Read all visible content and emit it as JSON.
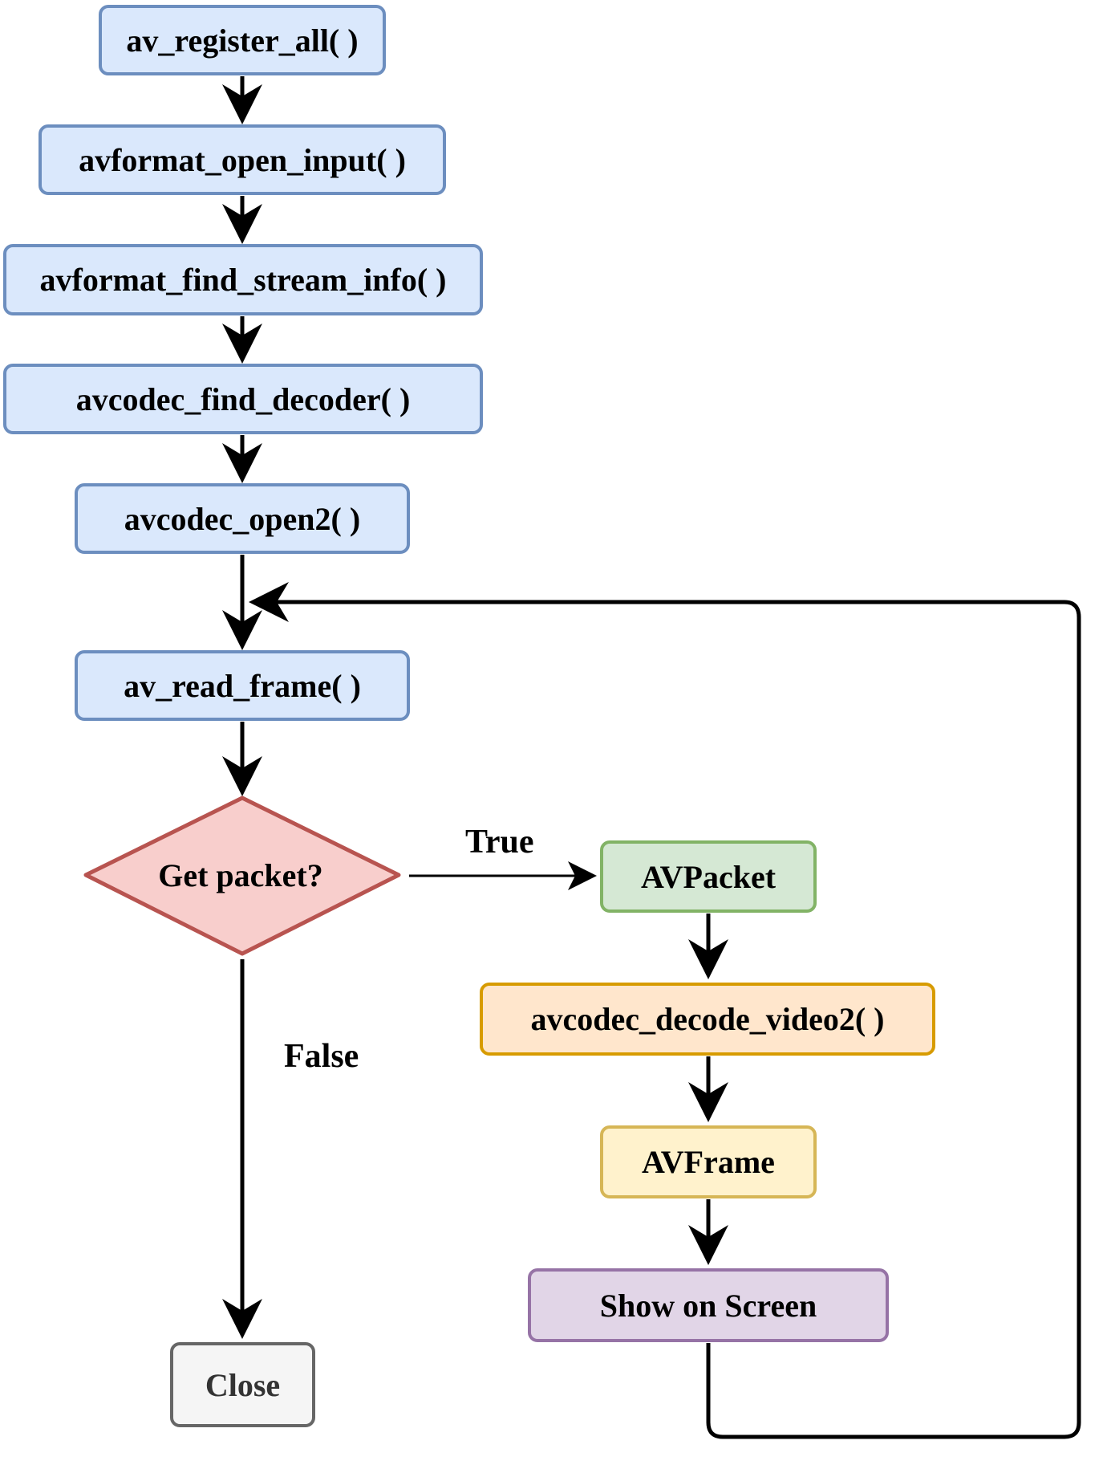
{
  "nodes": {
    "register": "av_register_all( )",
    "open_input": "avformat_open_input( )",
    "find_stream_info": "avformat_find_stream_info( )",
    "find_decoder": "avcodec_find_decoder( )",
    "open2": "avcodec_open2( )",
    "read_frame": "av_read_frame( )",
    "decision": "Get packet?",
    "avpacket": "AVPacket",
    "decode_video2": "avcodec_decode_video2( )",
    "avframe": "AVFrame",
    "show": "Show on Screen",
    "close": "Close"
  },
  "edge_labels": {
    "true": "True",
    "false": "False"
  },
  "colors": {
    "blue_fill": "#dae8fc",
    "blue_stroke": "#6c8ebf",
    "red_fill": "#f8cecc",
    "red_stroke": "#b85450",
    "green_fill": "#d5e8d4",
    "green_stroke": "#82b366",
    "orange_fill": "#ffe6cc",
    "orange_stroke": "#d79b00",
    "yellow_fill": "#fff2cc",
    "yellow_stroke": "#d6b656",
    "purple_fill": "#e1d5e7",
    "purple_stroke": "#9673a6",
    "gray_fill": "#f5f5f5",
    "gray_stroke": "#666666"
  }
}
